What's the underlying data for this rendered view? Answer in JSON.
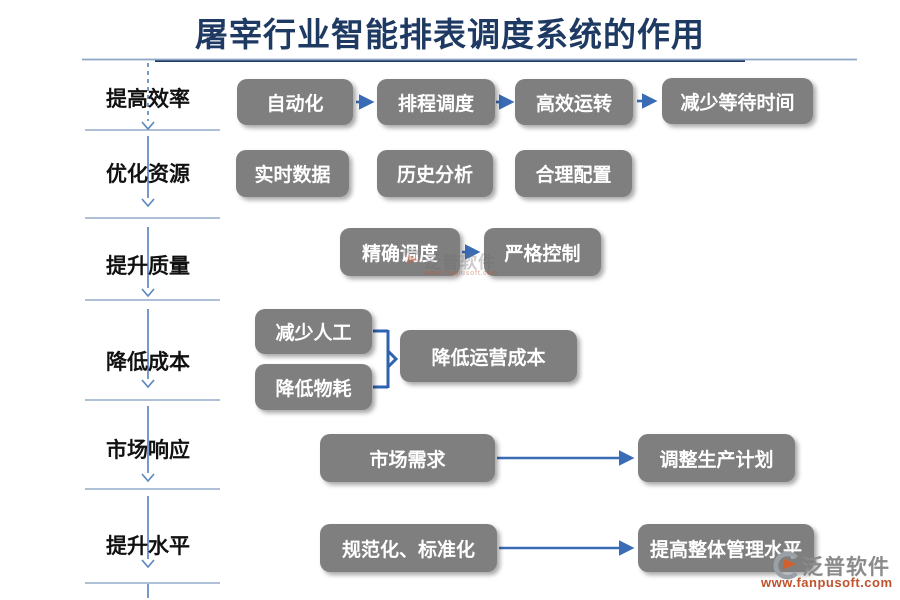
{
  "title": "屠宰行业智能排表调度系统的作用",
  "rows": [
    {
      "category": "提高效率",
      "boxes": [
        "自动化",
        "排程调度",
        "高效运转",
        "减少等待时间"
      ]
    },
    {
      "category": "优化资源",
      "boxes": [
        "实时数据",
        "历史分析",
        "合理配置"
      ]
    },
    {
      "category": "提升质量",
      "boxes": [
        "精确调度",
        "严格控制"
      ]
    },
    {
      "category": "降低成本",
      "boxes": [
        "减少人工",
        "降低物耗",
        "降低运营成本"
      ]
    },
    {
      "category": "市场响应",
      "boxes": [
        "市场需求",
        "调整生产计划"
      ]
    },
    {
      "category": "提升水平",
      "boxes": [
        "规范化、标准化",
        "提高整体管理水平"
      ]
    }
  ],
  "logo": {
    "brand": "泛普软件",
    "url": "www.fanpusoft.com"
  },
  "colors": {
    "title_navy": "#1e3a63",
    "box_gray": "#7f7f7f",
    "arrow_blue": "#3a6bb5",
    "bracket_blue": "#2e62b0",
    "divider_blue": "#93aac8",
    "logo_orange": "#c0522d",
    "logo_gray": "#8a8a8a"
  }
}
